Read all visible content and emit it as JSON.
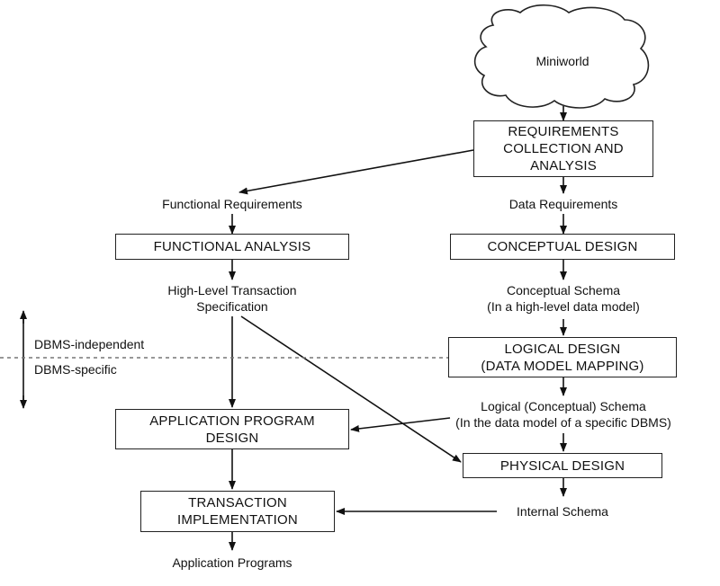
{
  "cloud": {
    "label": "Miniworld"
  },
  "boxes": {
    "requirements": [
      "REQUIREMENTS",
      "COLLECTION AND",
      "ANALYSIS"
    ],
    "functional_analysis": "FUNCTIONAL ANALYSIS",
    "conceptual_design": "CONCEPTUAL DESIGN",
    "logical_design": [
      "LOGICAL DESIGN",
      "(DATA MODEL MAPPING)"
    ],
    "application_program_design": [
      "APPLICATION PROGRAM",
      "DESIGN"
    ],
    "physical_design": "PHYSICAL DESIGN",
    "transaction_implementation": [
      "TRANSACTION",
      "IMPLEMENTATION"
    ]
  },
  "labels": {
    "functional_requirements": "Functional Requirements",
    "data_requirements": "Data Requirements",
    "high_level_transaction": [
      "High-Level Transaction",
      "Specification"
    ],
    "conceptual_schema": [
      "Conceptual Schema",
      "(In a high-level data model)"
    ],
    "logical_schema": [
      "Logical (Conceptual) Schema",
      "(In the data model of a specific DBMS)"
    ],
    "internal_schema": "Internal Schema",
    "application_programs": "Application Programs"
  },
  "divider": {
    "above": "DBMS-independent",
    "below": "DBMS-specific"
  }
}
